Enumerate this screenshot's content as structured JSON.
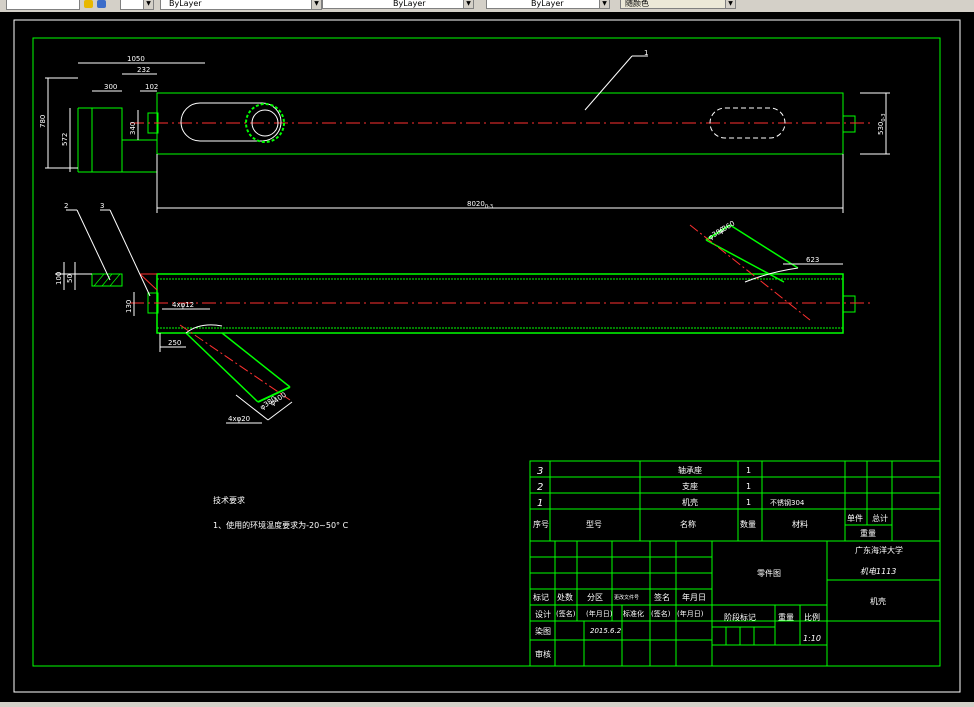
{
  "toolbar": {
    "linetype_1": "ByLayer",
    "linetype_2": "ByLayer",
    "lineweight": "ByLayer",
    "plotstyle": "随颜色"
  },
  "drawing": {
    "top_view": {
      "part_balloon": "1",
      "dim_overall_left": "1050",
      "dim_232": "232",
      "dim_300": "300",
      "dim_102": "102",
      "dim_780": "780",
      "dim_572": "572",
      "dim_340": "340",
      "dim_length": "8020",
      "dim_length_tol": "0-3",
      "dim_height_right": "530",
      "dim_height_right_tol": "0-3"
    },
    "front_view": {
      "balloon_2": "2",
      "balloon_3": "3",
      "dim_100": "100",
      "dim_50": "50",
      "dim_130": "130",
      "dim_holes": "4xφ12",
      "dim_250": "250",
      "dim_top_pipe_od": "φ380",
      "dim_top_pipe_id": "φ360",
      "dim_623": "623",
      "dim_bottom_pipe_1": "φ380",
      "dim_bottom_pipe_2": "φ400",
      "dim_bottom_holes": "4xφ20"
    },
    "notes": {
      "title": "技术要求",
      "line_1": "1、使用的环境温度要求为-20~50° C"
    },
    "parts_list": [
      {
        "no": "3",
        "name": "轴承座",
        "qty": "1",
        "material": ""
      },
      {
        "no": "2",
        "name": "支座",
        "qty": "1",
        "material": ""
      },
      {
        "no": "1",
        "name": "机壳",
        "qty": "1",
        "material": "不锈钢304"
      }
    ],
    "parts_header": {
      "no": "序号",
      "code": "型号",
      "name": "名称",
      "qty": "数量",
      "material": "材料",
      "unit_weight": "单件",
      "total_weight": "总计",
      "weight": "重量"
    },
    "title_block": {
      "drawing_type": "零件图",
      "university": "广东海洋大学",
      "class": "机电1113",
      "part_name": "机壳",
      "marks": "标记",
      "zones_count": "处数",
      "zone": "分区",
      "change_doc": "更改文件号",
      "signature": "签名",
      "date": "年月日",
      "design": "设计",
      "sign_paren": "(签名)",
      "date_paren": "(年月日)",
      "standardization": "标准化",
      "stage_mark": "阶段标记",
      "weight": "重量",
      "scale_label": "比例",
      "scale_value": "1:10",
      "drafting": "染图",
      "design_date": "2015.6.2",
      "review": "审核"
    }
  }
}
